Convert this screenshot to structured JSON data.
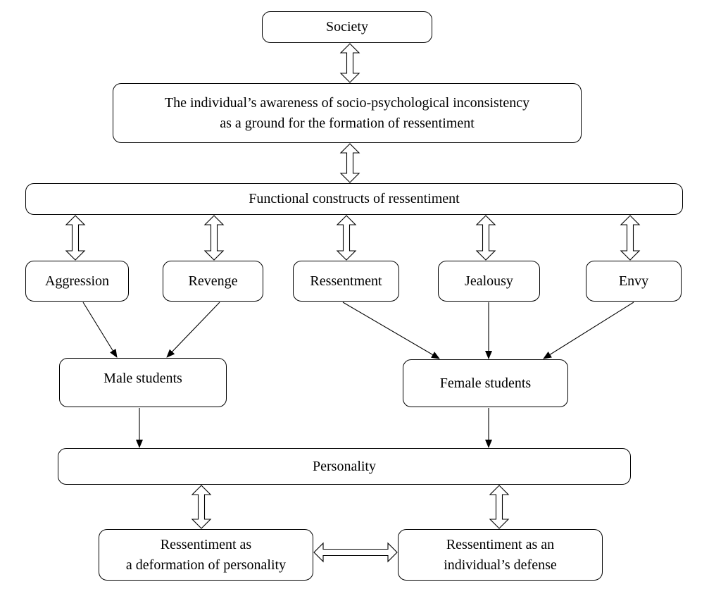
{
  "nodes": {
    "society": "Society",
    "awareness": {
      "line1": "The individual’s awareness of socio-psychological inconsistency",
      "line2": "as a ground for the formation of ressentiment"
    },
    "constructs": "Functional constructs of ressentiment",
    "aggression": "Aggression",
    "revenge": "Revenge",
    "ressentment": "Ressentment",
    "jealousy": "Jealousy",
    "envy": "Envy",
    "male": "Male students",
    "female": "Female students",
    "personality": "Personality",
    "deformation": {
      "line1": "Ressentiment as",
      "line2": "a deformation of personality"
    },
    "defense": {
      "line1": "Ressentiment as an",
      "line2": "individual’s defense"
    }
  },
  "edges": [
    {
      "from": "society",
      "to": "awareness",
      "style": "double-hollow"
    },
    {
      "from": "awareness",
      "to": "constructs",
      "style": "double-hollow"
    },
    {
      "from": "constructs",
      "to": "aggression",
      "style": "double-hollow"
    },
    {
      "from": "constructs",
      "to": "revenge",
      "style": "double-hollow"
    },
    {
      "from": "constructs",
      "to": "ressentment",
      "style": "double-hollow"
    },
    {
      "from": "constructs",
      "to": "jealousy",
      "style": "double-hollow"
    },
    {
      "from": "constructs",
      "to": "envy",
      "style": "double-hollow"
    },
    {
      "from": "aggression",
      "to": "male",
      "style": "arrow"
    },
    {
      "from": "revenge",
      "to": "male",
      "style": "arrow"
    },
    {
      "from": "ressentment",
      "to": "female",
      "style": "arrow"
    },
    {
      "from": "jealousy",
      "to": "female",
      "style": "arrow"
    },
    {
      "from": "envy",
      "to": "female",
      "style": "arrow"
    },
    {
      "from": "male",
      "to": "personality",
      "style": "arrow"
    },
    {
      "from": "female",
      "to": "personality",
      "style": "arrow"
    },
    {
      "from": "personality",
      "to": "deformation",
      "style": "double-hollow"
    },
    {
      "from": "personality",
      "to": "defense",
      "style": "double-hollow"
    },
    {
      "from": "deformation",
      "to": "defense",
      "style": "double-hollow"
    }
  ]
}
